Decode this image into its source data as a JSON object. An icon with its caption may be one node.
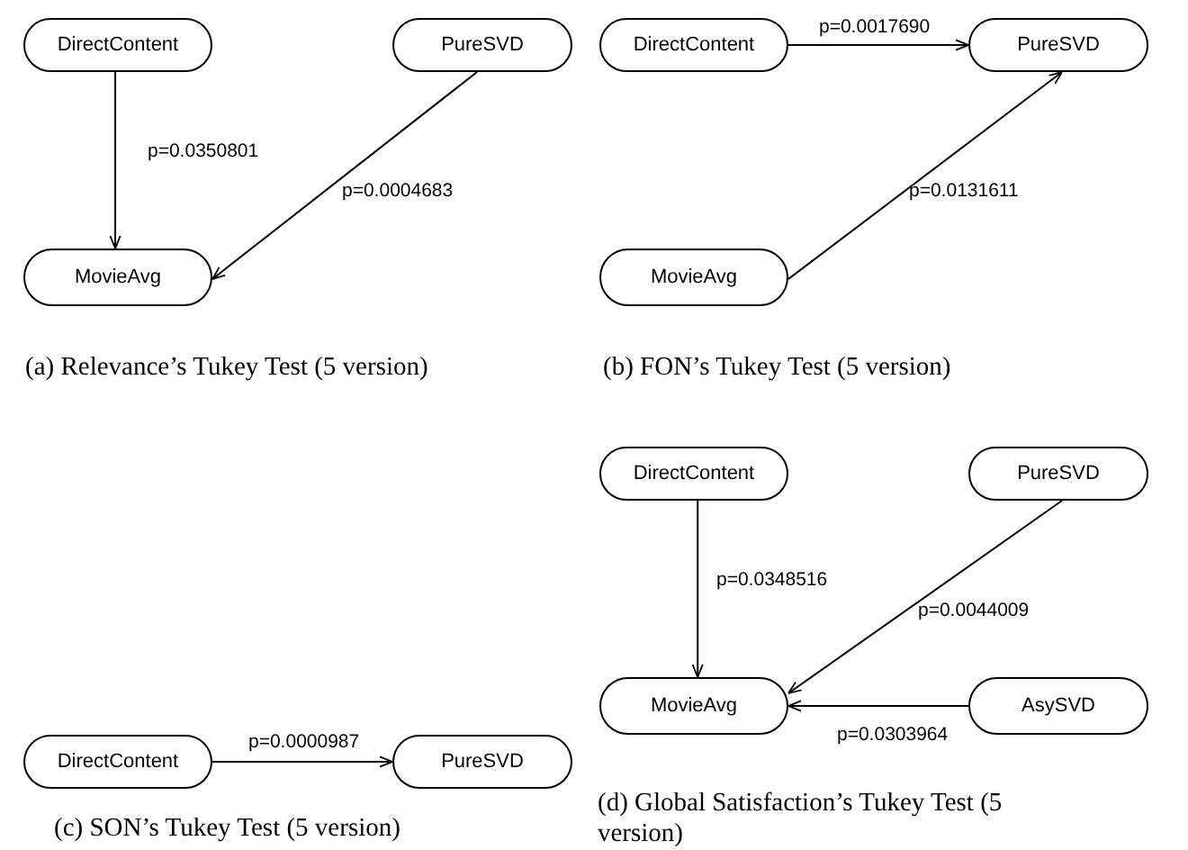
{
  "diagram": {
    "nodes": [
      {
        "text": [
          "DirectContent"
        ]
      },
      {
        "text": [
          "PureSVD"
        ]
      },
      {
        "text": [
          "MovieAvg"
        ]
      },
      {
        "text": [
          "DirectContent"
        ]
      },
      {
        "text": [
          "PureSVD"
        ]
      },
      {
        "text": [
          "MovieAvg"
        ]
      },
      {
        "text": [
          "DirectContent"
        ]
      },
      {
        "text": [
          "PureSVD"
        ]
      },
      {
        "text": [
          "DirectContent"
        ]
      },
      {
        "text": [
          "PureSVD"
        ]
      },
      {
        "text": [
          "MovieAvg"
        ]
      },
      {
        "text": [
          "AsySVD"
        ]
      }
    ],
    "edges": [
      {
        "from": 0,
        "to": 2,
        "arrow": "to",
        "label": "p=0.0350801"
      },
      {
        "from": 1,
        "to": 2,
        "arrow": "to",
        "label": "p=0.0004683"
      },
      {
        "from": 3,
        "to": 4,
        "arrow": "to",
        "label": "p=0.0017690"
      },
      {
        "from": 5,
        "to": 4,
        "arrow": "to",
        "label": "p=0.0131611"
      },
      {
        "from": 6,
        "to": 7,
        "arrow": "to",
        "label": "p=0.0000987"
      },
      {
        "from": 8,
        "to": 10,
        "arrow": "to",
        "label": "p=0.0348516"
      },
      {
        "from": 9,
        "to": 10,
        "arrow": "to",
        "label": "p=0.0044009"
      },
      {
        "from": 11,
        "to": 10,
        "arrow": "to",
        "label": "p=0.0303964"
      }
    ],
    "labels": [
      "(a) Relevance’s Tukey Test (5 version)",
      "(b) FON’s Tukey Test (5 version)",
      "(c) SON’s Tukey Test (5 version)",
      "(d) Global Satisfaction’s Tukey Test (5 version)"
    ]
  }
}
